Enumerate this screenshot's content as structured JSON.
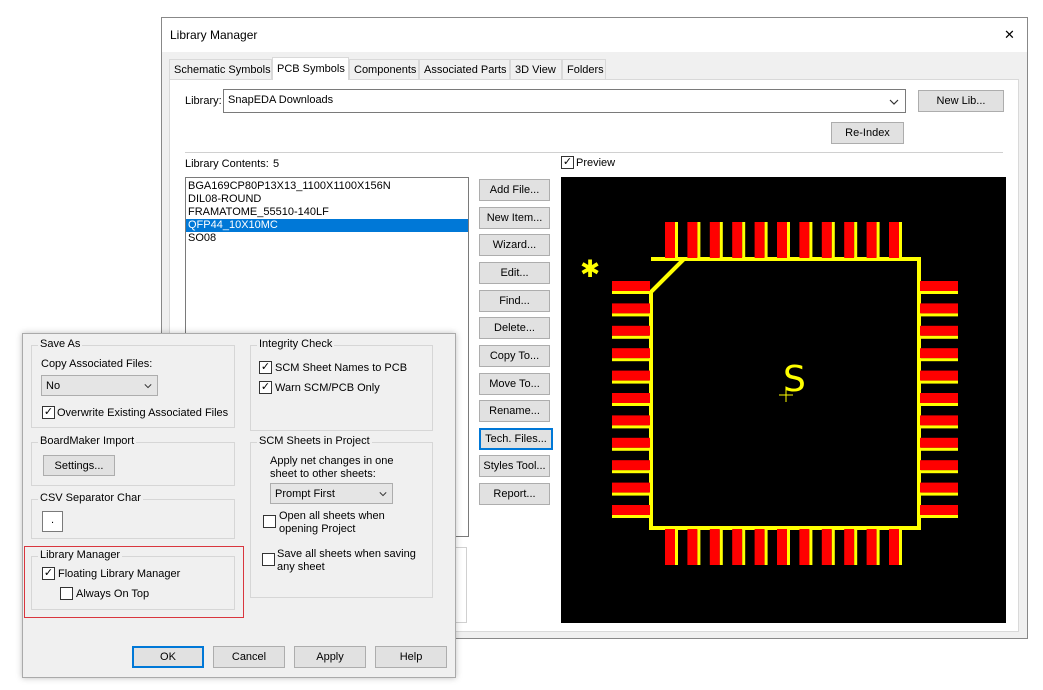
{
  "library_manager": {
    "title": "Library Manager",
    "close_glyph": "✕",
    "tabs": [
      {
        "label": "Schematic Symbols"
      },
      {
        "label": "PCB Symbols"
      },
      {
        "label": "Components"
      },
      {
        "label": "Associated Parts"
      },
      {
        "label": "3D View"
      },
      {
        "label": "Folders"
      }
    ],
    "active_tab": "PCB Symbols",
    "library_label": "Library:",
    "library_value": "SnapEDA Downloads",
    "new_lib_button": "New Lib...",
    "reindex_button": "Re-Index",
    "contents_label": "Library Contents:",
    "contents_count": "5",
    "items": [
      {
        "label": "BGA169CP80P13X13_1100X1100X156N"
      },
      {
        "label": "DIL08-ROUND"
      },
      {
        "label": "FRAMATOME_55510-140LF"
      },
      {
        "label": "QFP44_10X10MC"
      },
      {
        "label": "SO08"
      }
    ],
    "selected_item": "QFP44_10X10MC",
    "preview_label": "Preview",
    "preview_checked": true,
    "buttons": {
      "add_file": "Add File...",
      "new_item": "New Item...",
      "wizard": "Wizard...",
      "edit": "Edit...",
      "find": "Find...",
      "delete": "Delete...",
      "copy_to": "Copy To...",
      "move_to": "Move To...",
      "rename": "Rename...",
      "tech_files": "Tech. Files...",
      "styles_tool": "Styles Tool...",
      "report": "Report..."
    },
    "preview": {
      "origin_glyph": "✱",
      "ref_label": "S",
      "background_color": "#000000",
      "pad_color": "#ff0000",
      "outline_color": "#ffff00",
      "pads_per_side": 11
    }
  },
  "options_dialog": {
    "save_as": {
      "legend": "Save As",
      "copy_label": "Copy Associated Files:",
      "copy_value": "No",
      "overwrite_label": "Overwrite Existing Associated Files",
      "overwrite_checked": true
    },
    "integrity": {
      "legend": "Integrity Check",
      "scm_names_label": "SCM Sheet Names to PCB",
      "scm_names_checked": true,
      "warn_label": "Warn SCM/PCB Only",
      "warn_checked": true
    },
    "boardmaker": {
      "legend": "BoardMaker Import",
      "settings_button": "Settings..."
    },
    "scm_sheets": {
      "legend": "SCM Sheets in Project",
      "apply_text": "Apply net changes in one sheet to other sheets:",
      "prompt_value": "Prompt First",
      "open_all_label": "Open all sheets when opening Project",
      "open_all_checked": false,
      "save_all_label": "Save all sheets when saving any sheet",
      "save_all_checked": false
    },
    "csv": {
      "legend": "CSV Separator Char",
      "value": "."
    },
    "library_manager": {
      "legend": "Library Manager",
      "floating_label": "Floating Library Manager",
      "floating_checked": true,
      "always_top_label": "Always On Top",
      "always_top_checked": false
    },
    "buttons": {
      "ok": "OK",
      "cancel": "Cancel",
      "apply": "Apply",
      "help": "Help"
    },
    "highlight_color": "#d9363e"
  }
}
